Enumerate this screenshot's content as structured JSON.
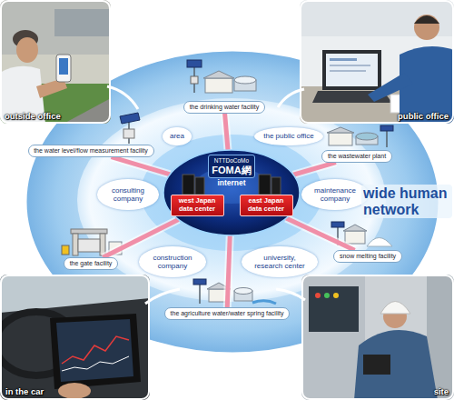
{
  "diagram": {
    "nodes": [
      {
        "text": [
          "internet"
        ]
      },
      {
        "text": [
          "NTTDoCoMo",
          "FOMA網"
        ],
        "in": 0
      },
      {
        "text": [
          "west Japan data center"
        ],
        "in": 0
      },
      {
        "text": [
          "east Japan data center"
        ],
        "in": 0
      },
      {
        "text": [
          "the drinking water facility"
        ]
      },
      {
        "text": [
          "the wastewater plant"
        ]
      },
      {
        "text": [
          "snow melting facility"
        ]
      },
      {
        "text": [
          "the agriculture water/water spring facility"
        ]
      },
      {
        "text": [
          "the gate facility"
        ]
      },
      {
        "text": [
          "the water level/flow measurement facility"
        ]
      },
      {
        "text": [
          "area"
        ]
      },
      {
        "text": [
          "the public office"
        ]
      },
      {
        "text": [
          "maintenance company"
        ]
      },
      {
        "text": [
          "university, research center"
        ]
      },
      {
        "text": [
          "construction company"
        ]
      },
      {
        "text": [
          "consulting company"
        ]
      }
    ],
    "edges": [
      {
        "from": 0,
        "to": 4,
        "arrow": "none"
      },
      {
        "from": 0,
        "to": 5,
        "arrow": "none"
      },
      {
        "from": 0,
        "to": 6,
        "arrow": "none"
      },
      {
        "from": 0,
        "to": 7,
        "arrow": "none"
      },
      {
        "from": 0,
        "to": 8,
        "arrow": "none"
      },
      {
        "from": 0,
        "to": 9,
        "arrow": "none"
      }
    ],
    "labels": [
      "outside office",
      "public office",
      "in the car",
      "site",
      "wide human network"
    ]
  }
}
